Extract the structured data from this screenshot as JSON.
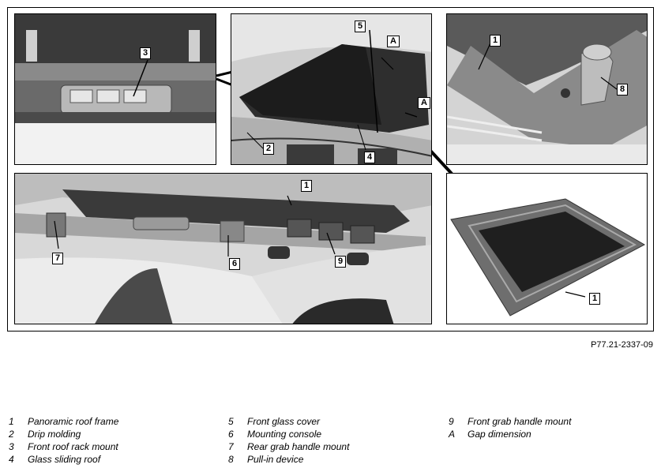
{
  "callouts": {
    "p1_3": "3",
    "p2_5": "5",
    "p2_a1": "A",
    "p2_a2": "A",
    "p2_2": "2",
    "p2_4": "4",
    "p3_1": "1",
    "p3_8": "8",
    "p4_1": "1",
    "p4_7": "7",
    "p4_6": "6",
    "p4_9": "9",
    "p5_1": "1"
  },
  "figure_id": "P77.21-2337-09",
  "legend": [
    {
      "key": "1",
      "label": "Panoramic roof frame"
    },
    {
      "key": "2",
      "label": "Drip molding"
    },
    {
      "key": "3",
      "label": "Front roof rack mount"
    },
    {
      "key": "4",
      "label": "Glass sliding roof"
    },
    {
      "key": "5",
      "label": "Front glass cover"
    },
    {
      "key": "6",
      "label": "Mounting console"
    },
    {
      "key": "7",
      "label": "Rear grab handle mount"
    },
    {
      "key": "8",
      "label": "Pull-in device"
    },
    {
      "key": "9",
      "label": "Front grab handle mount"
    },
    {
      "key": "A",
      "label": "Gap dimension"
    }
  ]
}
